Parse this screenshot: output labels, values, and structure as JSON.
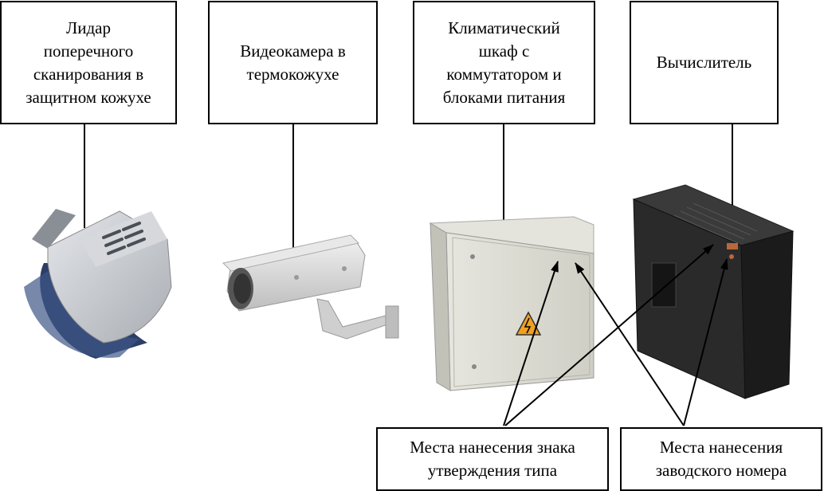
{
  "labels": {
    "lidar": "Лидар\nпоперечного\nсканирования в\nзащитном кожухе",
    "camera": "Видеокамера в\nтермокожухе",
    "cabinet": "Климатический\nшкаф с\nкоммутатором и\nблоками питания",
    "computer": "Вычислитель",
    "type_mark": "Места нанесения знака\nутверждения типа",
    "serial_mark": "Места нанесения\nзаводского номера"
  },
  "pictures": {
    "lidar": "lidar-device",
    "camera": "cctv-camera-housing",
    "cabinet": "electrical-cabinet",
    "computer": "pc-tower"
  },
  "colors": {
    "line": "#000000",
    "cabinet_body": "#dcdcd3",
    "lidar_body": "#c9ccd0",
    "lidar_band": "#2c3e66",
    "camera_body": "#d9d9d9",
    "pc_body": "#222222",
    "warning": "#f0a020"
  }
}
